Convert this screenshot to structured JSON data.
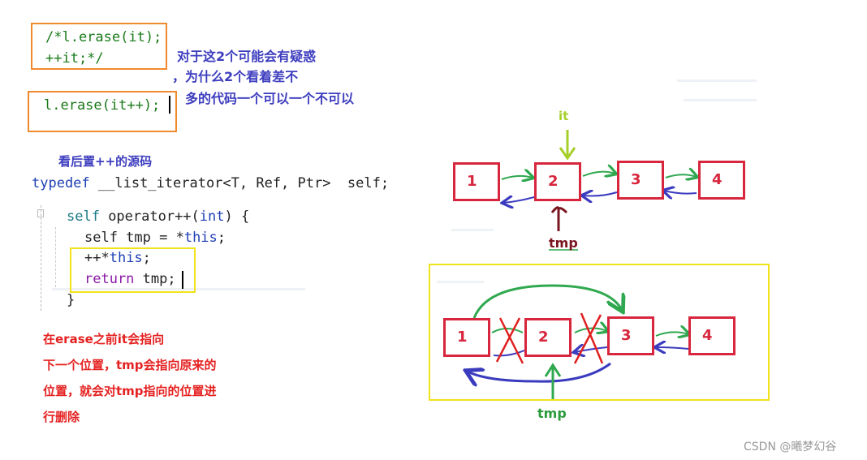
{
  "code_top": {
    "line1": "/*l.erase(it);",
    "line2": "++it;*/",
    "line3": "l.erase(it++);"
  },
  "notes_top": {
    "line1": "对于这2个可能会有疑惑",
    "line2": "，为什么2个看着差不",
    "line3": "多的代码一个可以一个不可以"
  },
  "source_heading": "看后置++的源码",
  "typedef_line": {
    "kw": "typedef",
    "rest": " __list_iterator<T, Ref, Ptr>  self;"
  },
  "func": {
    "line1_type": "self ",
    "line1_name": "operator++(",
    "line1_kw": "int",
    "line1_tail": ") {",
    "line2": "self tmp = *",
    "line2_kw": "this",
    "line2_tail": ";",
    "line3": "++*",
    "line3_kw": "this",
    "line3_tail": ";",
    "line4_kw": "return",
    "line4_tail": " tmp;",
    "line5": "}"
  },
  "explanation": [
    "在erase之前it会指向",
    "下一个位置，tmp会指向原来的",
    "位置，就会对tmp指向的位置进",
    "行删除"
  ],
  "diagram_top": {
    "nodes": [
      "1",
      "2",
      "3",
      "4"
    ],
    "it_label": "it",
    "tmp_label": "tmp"
  },
  "diagram_bottom": {
    "nodes": [
      "1",
      "2",
      "3",
      "4"
    ],
    "tmp_label": "tmp"
  },
  "watermark": "CSDN @曦梦幻谷",
  "colors": {
    "node_red": "#d7263d",
    "arrow_green": "#2fa84f",
    "arrow_blue": "#3b3bbf",
    "it_arrow": "#a6cf2a",
    "tmp_arrow_top": "#7a1620",
    "box_orange": "#f08a2e",
    "box_yellow": "#f2e21a"
  }
}
